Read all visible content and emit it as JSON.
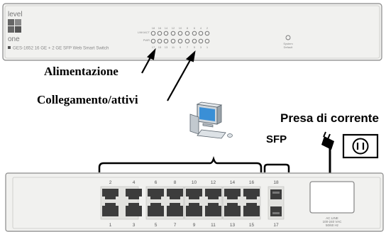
{
  "front_panel": {
    "logo_top": "level",
    "logo_bottom": "one",
    "model_text": "GES-1652  16 GE + 2 GE SFP Web Smart Switch",
    "led_row_label_top": "LNK/ACT",
    "led_row_label_bottom": "PWR",
    "led_numbers_top": [
      "18",
      "16",
      "14",
      "12",
      "10",
      "8",
      "6",
      "4",
      "2"
    ],
    "led_numbers_bottom": [
      "17",
      "15",
      "13",
      "11",
      "9",
      "7",
      "5",
      "3",
      "1"
    ],
    "reset_label_line1": "System",
    "reset_label_line2": "Default"
  },
  "callouts": {
    "power": "Alimentazione",
    "link": "Collegamento/attivi",
    "socket": "Presa di corrente",
    "sfp": "SFP"
  },
  "rear_panel": {
    "ports_top": [
      "2",
      "4",
      "6",
      "8",
      "10",
      "12",
      "14",
      "16"
    ],
    "ports_bottom": [
      "1",
      "3",
      "5",
      "7",
      "9",
      "11",
      "13",
      "15"
    ],
    "sfp_top": "18",
    "sfp_bottom": "17",
    "ac_line1": "AC LINE",
    "ac_line2": "100-240 VAC",
    "ac_line3": "50/60 Hz"
  }
}
